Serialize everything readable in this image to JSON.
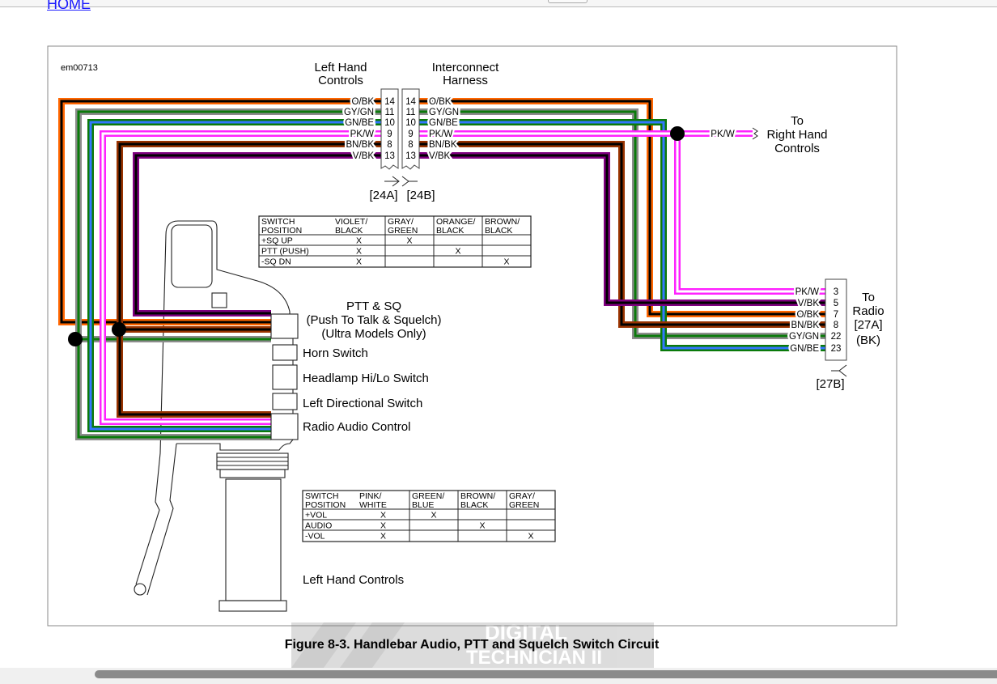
{
  "browser": {
    "home_link": "HOME"
  },
  "figure": {
    "id": "em00713",
    "caption": "Figure 8-3. Handlebar Audio, PTT and Squelch Switch Circuit",
    "watermark": [
      "DIGITAL",
      "TECHNICIAN II"
    ],
    "headers": {
      "left_hand": [
        "Left Hand",
        "Controls"
      ],
      "interconnect": [
        "Interconnect",
        "Harness"
      ],
      "to_right_hand": [
        "To",
        "Right Hand",
        "Controls"
      ],
      "to_radio": [
        "To",
        "Radio",
        "[27A]",
        "(BK)"
      ]
    },
    "connectors": {
      "c24a": "[24A]",
      "c24b": "[24B]",
      "c27b": "[27B]"
    },
    "wires": [
      {
        "code": "O/BK",
        "pin24": "14",
        "pin27": "7",
        "base": "#ff6600",
        "tracer": "#000000"
      },
      {
        "code": "GY/GN",
        "pin24": "11",
        "pin27": "22",
        "base": "#8c8c8c",
        "tracer": "#0a7a0a"
      },
      {
        "code": "GN/BE",
        "pin24": "10",
        "pin27": "23",
        "base": "#0a7a0a",
        "tracer": "#3377ff"
      },
      {
        "code": "PK/W",
        "pin24": "9",
        "pin27": "3",
        "base": "#ff22ff",
        "tracer": "#ffffff"
      },
      {
        "code": "BN/BK",
        "pin24": "8",
        "pin27": "8",
        "base": "#993300",
        "tracer": "#000000"
      },
      {
        "code": "V/BK",
        "pin24": "13",
        "pin27": "5",
        "base": "#800080",
        "tracer": "#000000"
      }
    ],
    "radio_order": [
      "PK/W",
      "V/BK",
      "O/BK",
      "BN/BK",
      "GY/GN",
      "GN/BE"
    ],
    "right_hand_wire": "PK/W",
    "switches": {
      "ptt": [
        "PTT & SQ",
        "(Push To Talk & Squelch)",
        "(Ultra Models Only)"
      ],
      "horn": "Horn Switch",
      "headlamp": "Headlamp Hi/Lo Switch",
      "left_directional": "Left Directional Switch",
      "radio_audio": "Radio Audio Control",
      "assembly": "Left Hand Controls"
    },
    "table_ptt": {
      "headers": [
        [
          "SWITCH",
          "POSITION"
        ],
        [
          "VIOLET/",
          "BLACK"
        ],
        [
          "GRAY/",
          "GREEN"
        ],
        [
          "ORANGE/",
          "BLACK"
        ],
        [
          "BROWN/",
          "BLACK"
        ]
      ],
      "rows": [
        [
          "+SQ UP",
          "X",
          "X",
          "",
          ""
        ],
        [
          "PTT (PUSH)",
          "X",
          "",
          "X",
          ""
        ],
        [
          "-SQ DN",
          "X",
          "",
          "",
          "X"
        ]
      ]
    },
    "table_audio": {
      "headers": [
        [
          "SWITCH",
          "POSITION"
        ],
        [
          "PINK/",
          "WHITE"
        ],
        [
          "GREEN/",
          "BLUE"
        ],
        [
          "BROWN/",
          "BLACK"
        ],
        [
          "GRAY/",
          "GREEN"
        ]
      ],
      "rows": [
        [
          "+VOL",
          "X",
          "X",
          "",
          ""
        ],
        [
          "AUDIO",
          "X",
          "",
          "X",
          ""
        ],
        [
          "-VOL",
          "X",
          "",
          "",
          "X"
        ]
      ]
    }
  }
}
